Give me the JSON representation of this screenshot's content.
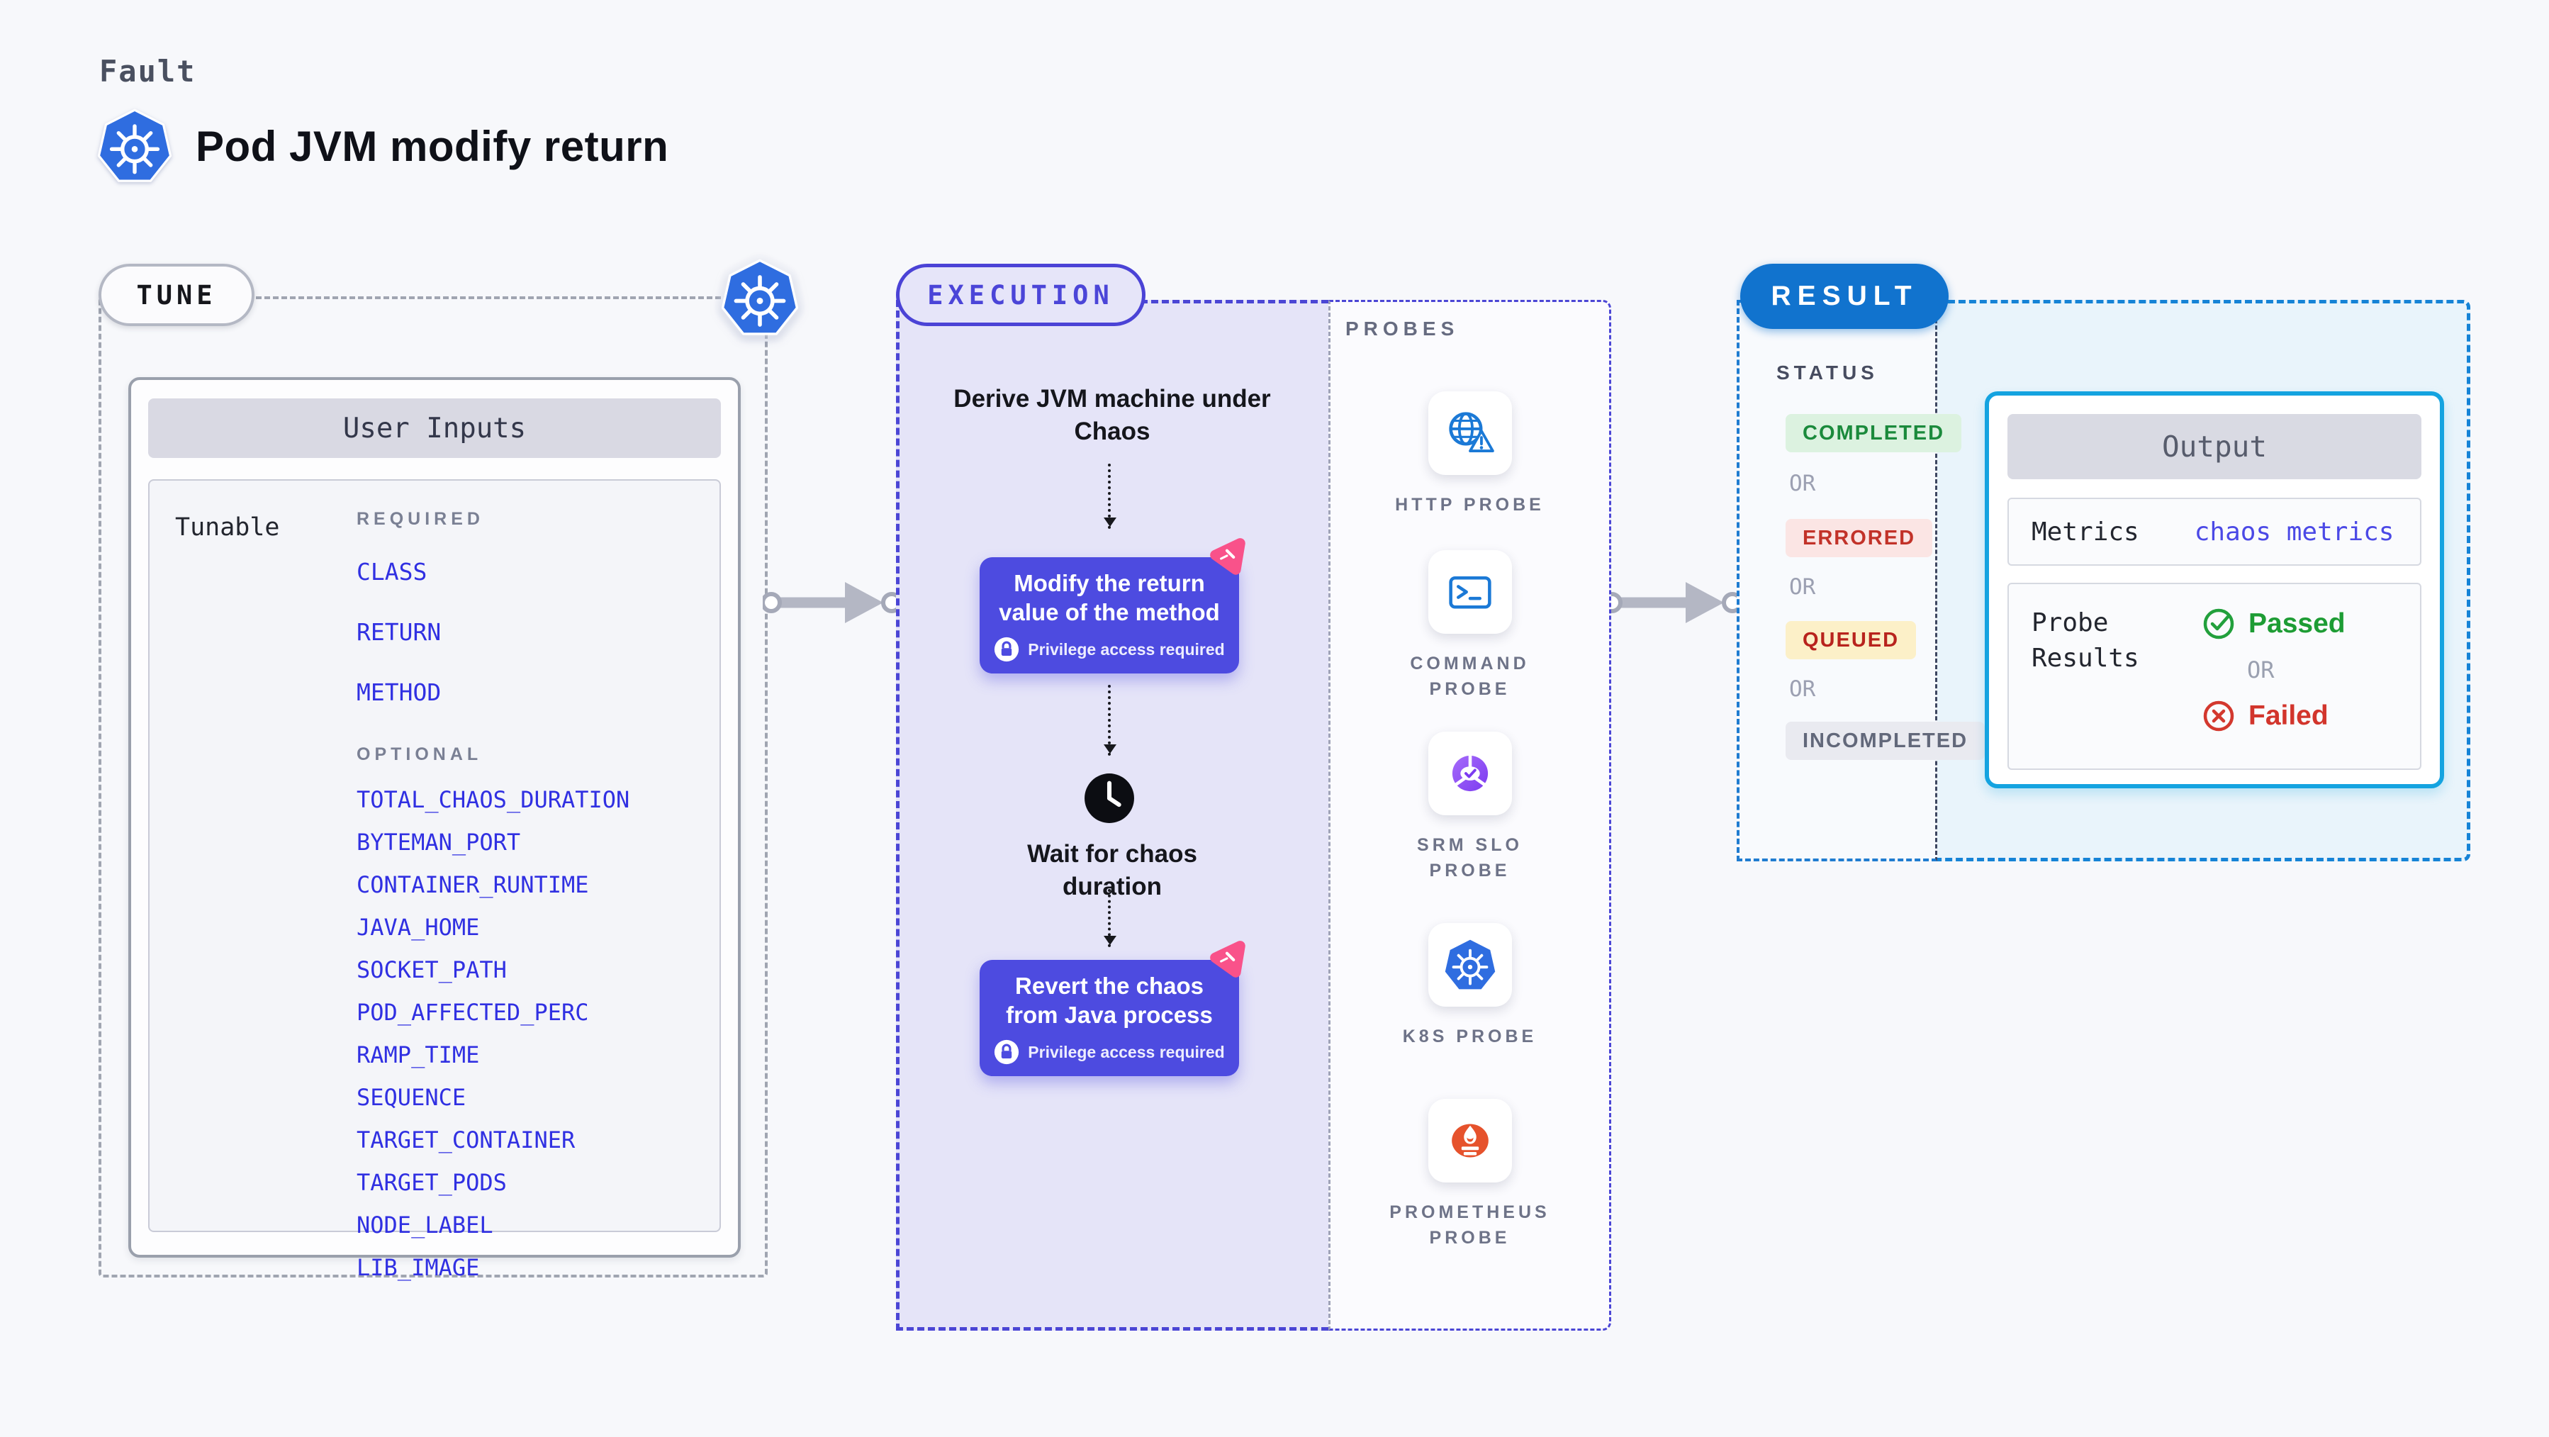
{
  "header": {
    "eyebrow": "Fault",
    "title": "Pod JVM modify return"
  },
  "tune": {
    "badge": "TUNE",
    "user_inputs": {
      "title": "User Inputs",
      "row_label": "Tunable",
      "required_label": "REQUIRED",
      "required_items": [
        "CLASS",
        "RETURN",
        "METHOD"
      ],
      "optional_label": "OPTIONAL",
      "optional_items": [
        "TOTAL_CHAOS_DURATION",
        "BYTEMAN_PORT",
        "CONTAINER_RUNTIME",
        "JAVA_HOME",
        "SOCKET_PATH",
        "POD_AFFECTED_PERC",
        "RAMP_TIME",
        "SEQUENCE",
        "TARGET_CONTAINER",
        "TARGET_PODS",
        "NODE_LABEL",
        "LIB_IMAGE"
      ]
    }
  },
  "execution": {
    "badge": "EXECUTION",
    "derive_step": "Derive JVM machine under Chaos",
    "modify_step": {
      "label": "Modify the return value of the method",
      "note": "Privilege access required"
    },
    "wait_step": "Wait for chaos duration",
    "revert_step": {
      "label": "Revert the chaos from Java process",
      "note": "Privilege access required"
    }
  },
  "probes": {
    "label": "PROBES",
    "items": [
      {
        "label": "HTTP PROBE",
        "icon": "http-probe-icon"
      },
      {
        "label": "COMMAND PROBE",
        "icon": "command-probe-icon"
      },
      {
        "label": "SRM SLO PROBE",
        "icon": "srm-slo-probe-icon"
      },
      {
        "label": "K8S PROBE",
        "icon": "k8s-probe-icon"
      },
      {
        "label": "PROMETHEUS PROBE",
        "icon": "prometheus-probe-icon"
      }
    ]
  },
  "result": {
    "badge": "RESULT",
    "status_label": "STATUS",
    "or_label": "OR",
    "statuses": [
      {
        "label": "COMPLETED",
        "color": "#1B8A3C",
        "background": "#DCF2E0"
      },
      {
        "label": "ERRORED",
        "color": "#C23229",
        "background": "#FBE5E4"
      },
      {
        "label": "QUEUED",
        "color": "#B8231D",
        "background": "#FCF0C8"
      },
      {
        "label": "INCOMPLETED",
        "color": "#62687A",
        "background": "#E9EAF0"
      }
    ],
    "output": {
      "title": "Output",
      "metrics_label": "Metrics",
      "metrics_value": "chaos metrics",
      "probe_results_label": "Probe Results",
      "passed_label": "Passed",
      "or_label": "OR",
      "failed_label": "Failed"
    }
  },
  "colors": {
    "accent_indigo": "#4D4BE0",
    "execution_lavender": "#E5E4F8",
    "link_blue": "#3030E2",
    "result_blue": "#1173CE",
    "output_border_cyan": "#14A3E0",
    "passed_green": "#1D9C34",
    "failed_red": "#D2352C",
    "kubernetes_blue": "#2F6DE0",
    "prometheus_orange": "#E6522C"
  }
}
